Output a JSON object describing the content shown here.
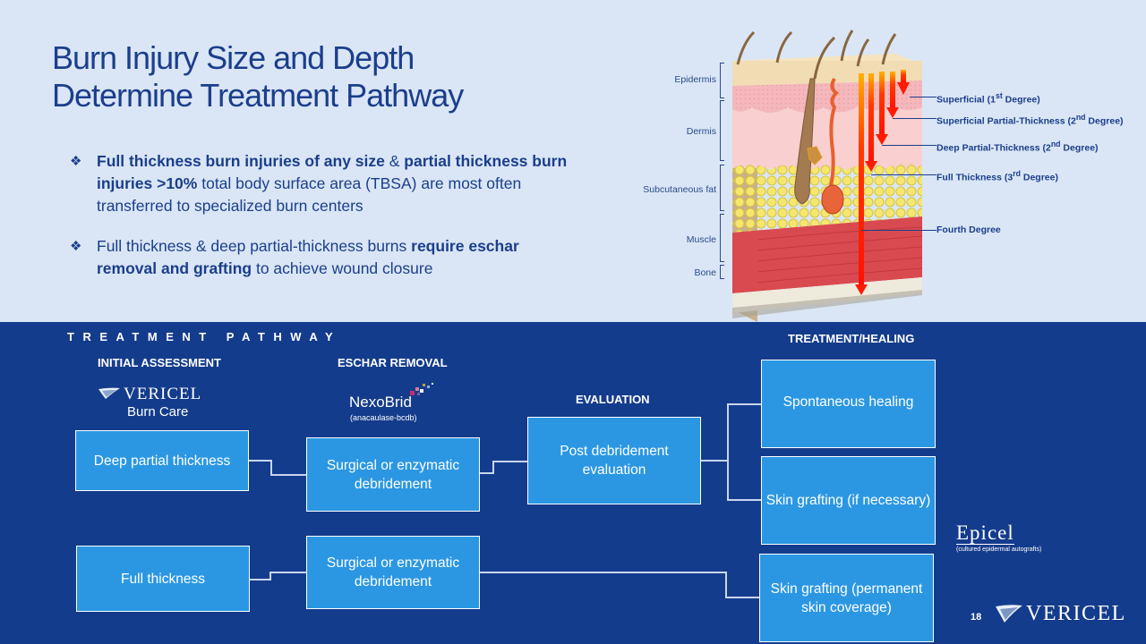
{
  "slide": {
    "title_line1": "Burn Injury Size and Depth",
    "title_line2": "Determine Treatment Pathway",
    "page_number": "18"
  },
  "bullets": [
    {
      "icon": "diamond-bullet-icon",
      "parts": [
        {
          "text": "Full thickness burn injuries of any size",
          "bold": true
        },
        {
          "text": " & ",
          "bold": false
        },
        {
          "text": "partial thickness burn injuries >10%",
          "bold": true
        },
        {
          "text": " total body surface area (TBSA) are most often transferred to specialized burn centers",
          "bold": false
        }
      ]
    },
    {
      "icon": "diamond-bullet-icon",
      "parts": [
        {
          "text": "Full thickness & deep partial-thickness burns ",
          "bold": false
        },
        {
          "text": "require eschar removal and grafting",
          "bold": true
        },
        {
          "text": " to achieve wound closure",
          "bold": false
        }
      ]
    }
  ],
  "skin_diagram": {
    "layers": [
      "Epidermis",
      "Dermis",
      "Subcutaneous fat",
      "Muscle",
      "Bone"
    ],
    "degrees": [
      {
        "label": "Superficial (1",
        "sup": "st",
        "after": " Degree)"
      },
      {
        "label": "Superficial Partial-Thickness (2",
        "sup": "nd",
        "after": " Degree)"
      },
      {
        "label": "Deep Partial-Thickness (2",
        "sup": "nd",
        "after": " Degree)"
      },
      {
        "label": "Full Thickness (3",
        "sup": "rd",
        "after": " Degree)"
      },
      {
        "label": "Fourth Degree",
        "sup": "",
        "after": ""
      }
    ],
    "colors": {
      "epidermis": "#f2dcb4",
      "dermis": "#f7c6c6",
      "fat": "#f0e070",
      "muscle": "#d94a50",
      "bone": "#eeeadc",
      "arrow": "#ff1a00",
      "arrow_top": "#ffb000"
    }
  },
  "pathway": {
    "section_title": "TREATMENT PATHWAY",
    "columns": {
      "initial": "INITIAL ASSESSMENT",
      "eschar": "ESCHAR REMOVAL",
      "evaluation": "EVALUATION",
      "treatment": "TREATMENT/HEALING"
    },
    "logos": {
      "vericel_burncare_brand": "VERICEL",
      "vericel_burncare_sub": "Burn Care",
      "nexobrid_brand": "NexoBrid",
      "nexobrid_sub": "(anacaulase-bcdb)",
      "epicel_brand": "Epicel",
      "epicel_sub": "(cultured epidermal autografts)",
      "vericel_footer": "VERICEL"
    },
    "boxes": {
      "deep_partial": "Deep partial thickness",
      "surgical_1": "Surgical or enzymatic debridement",
      "post_eval": "Post debridement evaluation",
      "spontaneous": "Spontaneous healing",
      "skin_graft_if": "Skin grafting (if necessary)",
      "full_thickness": "Full thickness",
      "surgical_2": "Surgical or enzymatic debridement",
      "skin_graft_perm": "Skin grafting (permanent skin coverage)"
    },
    "colors": {
      "band": "#143c8c",
      "box": "#2b97e3",
      "box_border": "#ffffff",
      "connector": "#c8d6ee"
    }
  }
}
